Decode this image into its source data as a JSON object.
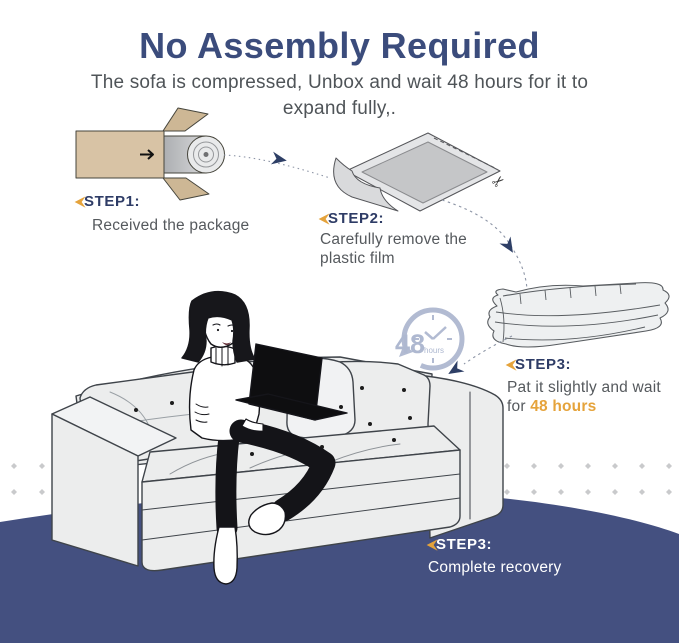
{
  "header": {
    "title": "No Assembly Required",
    "subtitle_line1": "The sofa is compressed, Unbox and wait 48 hours for it to",
    "subtitle_line2": "expand fully,."
  },
  "flow": {
    "step1": {
      "label": "STEP1:",
      "caption": "Received the package"
    },
    "step2": {
      "label": "STEP2:",
      "caption_line1": "Carefully remove the",
      "caption_line2": "plastic film"
    },
    "step3": {
      "label": "STEP3:",
      "caption_line1": "Pat it slightly and wait",
      "caption_line2_prefix": "for ",
      "caption_line2_highlight": "48 hours"
    },
    "step4": {
      "label": "STEP3:",
      "caption": "Complete recovery"
    }
  },
  "clock": {
    "value": "48",
    "unit": "hours"
  },
  "colors": {
    "title_navy": "#3b4c7c",
    "label_navy": "#2e3c66",
    "floor_navy": "#445080",
    "accent_gold": "#e5a33b",
    "text_gray": "#55595d",
    "box_tan": "#d8c3a5",
    "sofa_gray": "#eceded",
    "clock_blue": "#b2bbd2"
  }
}
